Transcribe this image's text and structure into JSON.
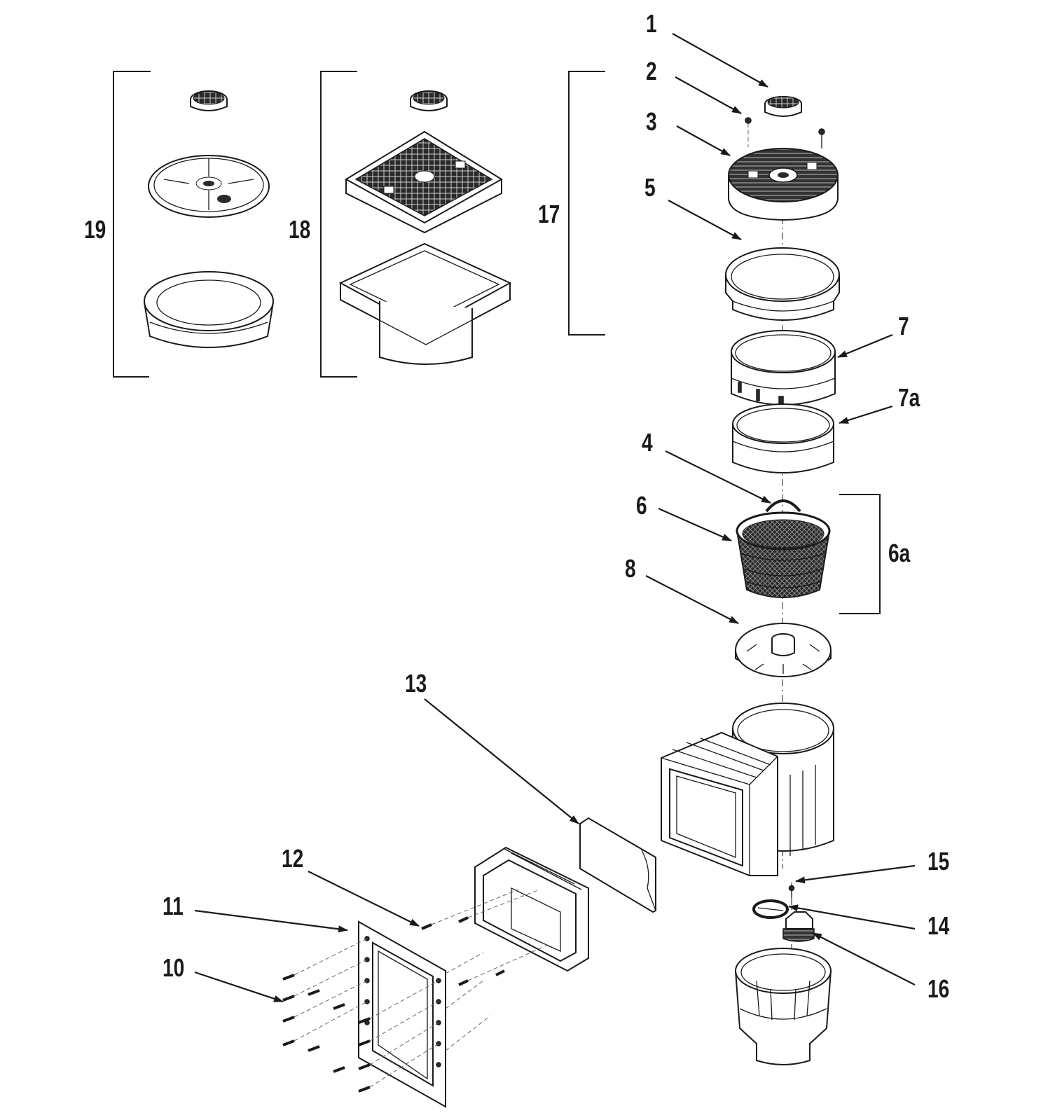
{
  "callouts": {
    "c1": "1",
    "c2": "2",
    "c3": "3",
    "c5": "5",
    "c7": "7",
    "c7a": "7a",
    "c4": "4",
    "c6": "6",
    "c6a": "6a",
    "c8": "8",
    "c13": "13",
    "c15": "15",
    "c14": "14",
    "c16": "16",
    "c12": "12",
    "c11": "11",
    "c10": "10",
    "c17": "17",
    "c18": "18",
    "c19": "19"
  }
}
